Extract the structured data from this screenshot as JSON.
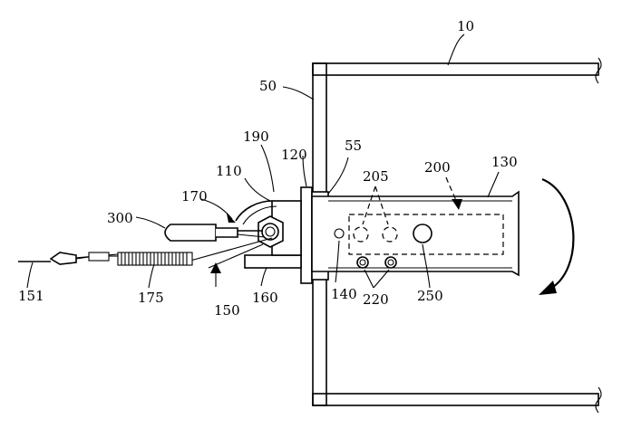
{
  "figure": {
    "labels": {
      "l10": "10",
      "l50": "50",
      "l55": "55",
      "l110": "110",
      "l120": "120",
      "l130": "130",
      "l140": "140",
      "l150": "150",
      "l151": "151",
      "l160": "160",
      "l170": "170",
      "l175": "175",
      "l190": "190",
      "l200": "200",
      "l205": "205",
      "l220": "220",
      "l250": "250",
      "l300": "300"
    }
  }
}
